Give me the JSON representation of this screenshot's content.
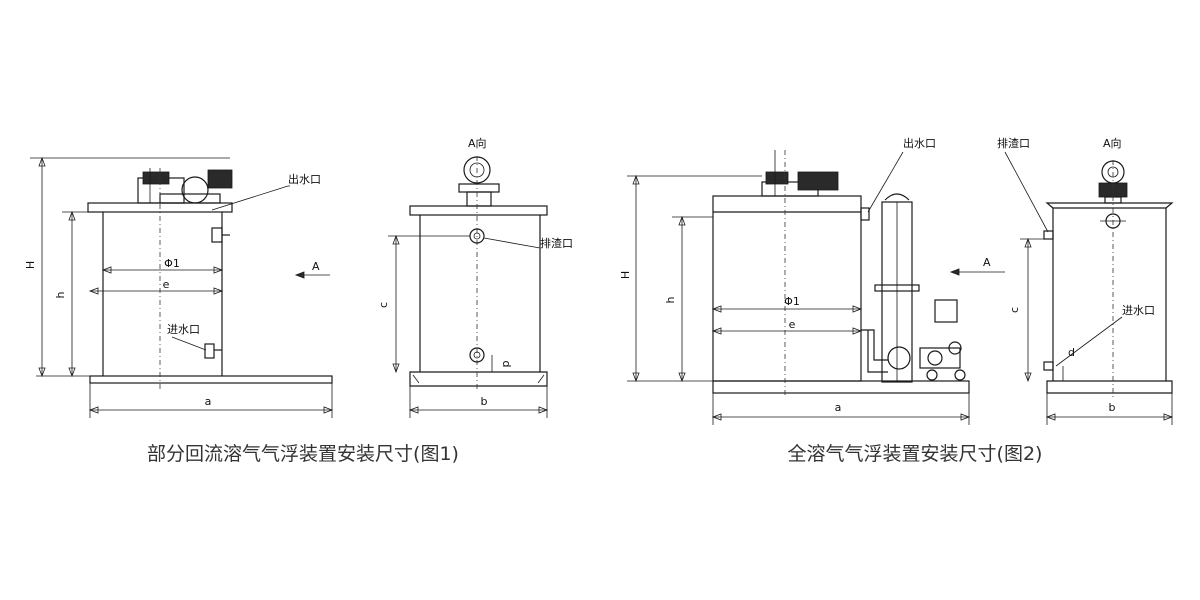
{
  "figure1": {
    "caption": "部分回流溶气气浮装置安装尺寸(图1)",
    "front": {
      "outlet_label": "出水口",
      "inlet_label": "进水口",
      "dim_H": "H",
      "dim_h": "h",
      "dim_phi": "Φ1",
      "dim_e": "e",
      "dim_a": "a",
      "arrow_A": "A"
    },
    "side": {
      "view_label": "A向",
      "sludge_label": "排渣口",
      "dim_c": "c",
      "dim_d": "d",
      "dim_b": "b"
    }
  },
  "figure2": {
    "caption": "全溶气气浮装置安装尺寸(图2)",
    "front": {
      "outlet_label": "出水口",
      "dim_H": "H",
      "dim_h": "h",
      "dim_phi": "Φ1",
      "dim_e": "e",
      "dim_a": "a",
      "arrow_A": "A"
    },
    "side": {
      "view_label": "A向",
      "sludge_label": "排渣口",
      "inlet_label": "进水口",
      "dim_c": "c",
      "dim_d": "d",
      "dim_b": "b"
    }
  }
}
